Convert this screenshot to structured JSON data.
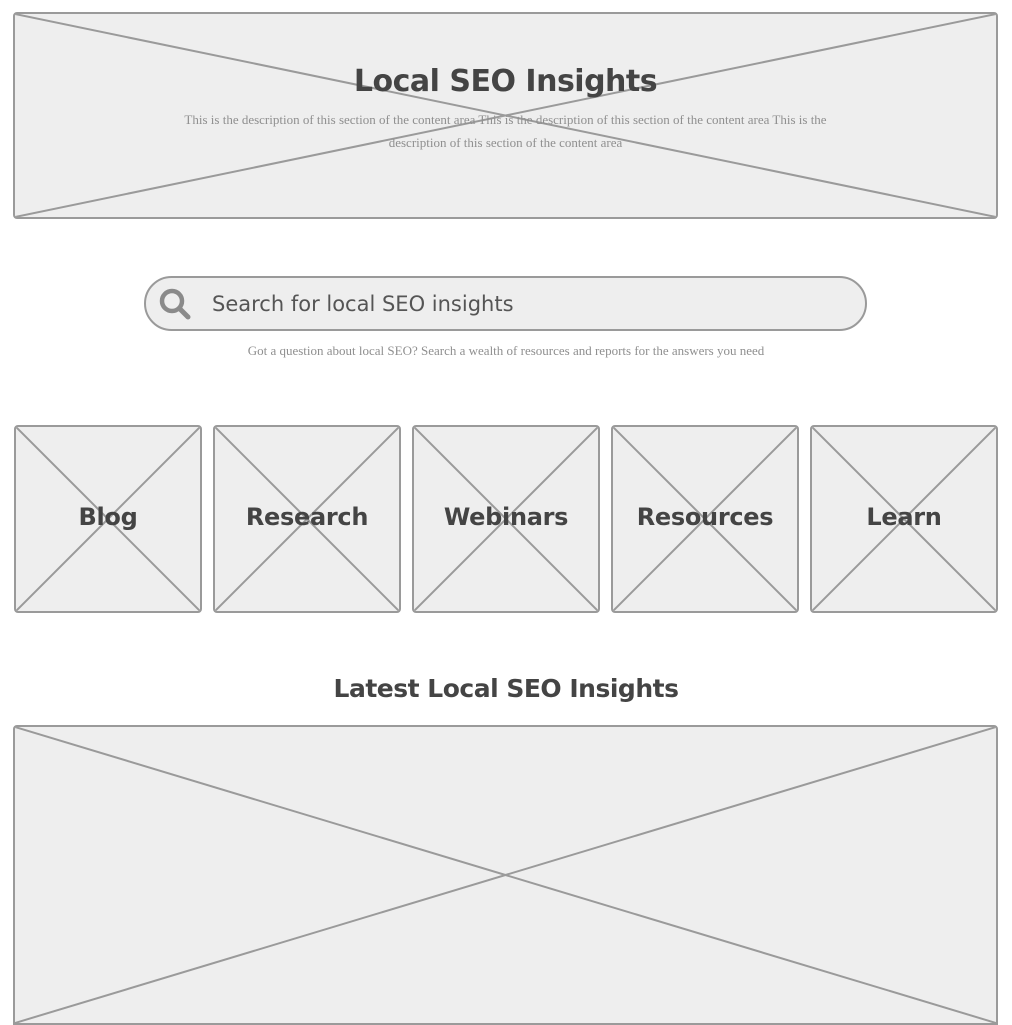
{
  "hero": {
    "title": "Local SEO Insights",
    "description": "This is the description of this section of the content area This is the description of this section of the content area This is the description of this section of the content area"
  },
  "search": {
    "placeholder": "Search for local SEO insights",
    "icon": "search-icon",
    "hint": "Got a question about local SEO? Search a wealth of resources and reports for the answers you need"
  },
  "categories": [
    {
      "label": "Blog"
    },
    {
      "label": "Research"
    },
    {
      "label": "Webinars"
    },
    {
      "label": "Resources"
    },
    {
      "label": "Learn"
    }
  ],
  "latest": {
    "title": "Latest Local SEO Insights"
  },
  "colors": {
    "placeholder_fill": "#eeeeee",
    "placeholder_stroke": "#9a9a9a",
    "heading_text": "#444444",
    "muted_text": "#8f8f8f"
  }
}
